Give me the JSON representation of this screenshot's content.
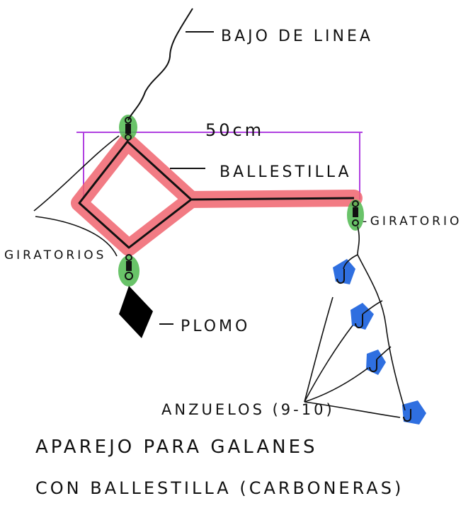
{
  "labels": {
    "leader": "BAJO DE LINEA",
    "width": "50cm",
    "spreader": "BALLESTILLA",
    "swivel_right": "-GIRATORIO",
    "swivels_left": "GIRATORIOS",
    "sinker": "PLOMO",
    "hooks": "ANZUELOS (9-10)",
    "title_line1": "APAREJO PARA GALANES",
    "title_line2": "CON BALLESTILLA (CARBONERAS)"
  },
  "colors": {
    "line": "#111111",
    "spreader_highlight": "#f0646e",
    "swivel_highlight": "#4fb84f",
    "hook_highlight": "#2f6fe0",
    "dimension": "#b040e0",
    "sinker": "#000000"
  }
}
